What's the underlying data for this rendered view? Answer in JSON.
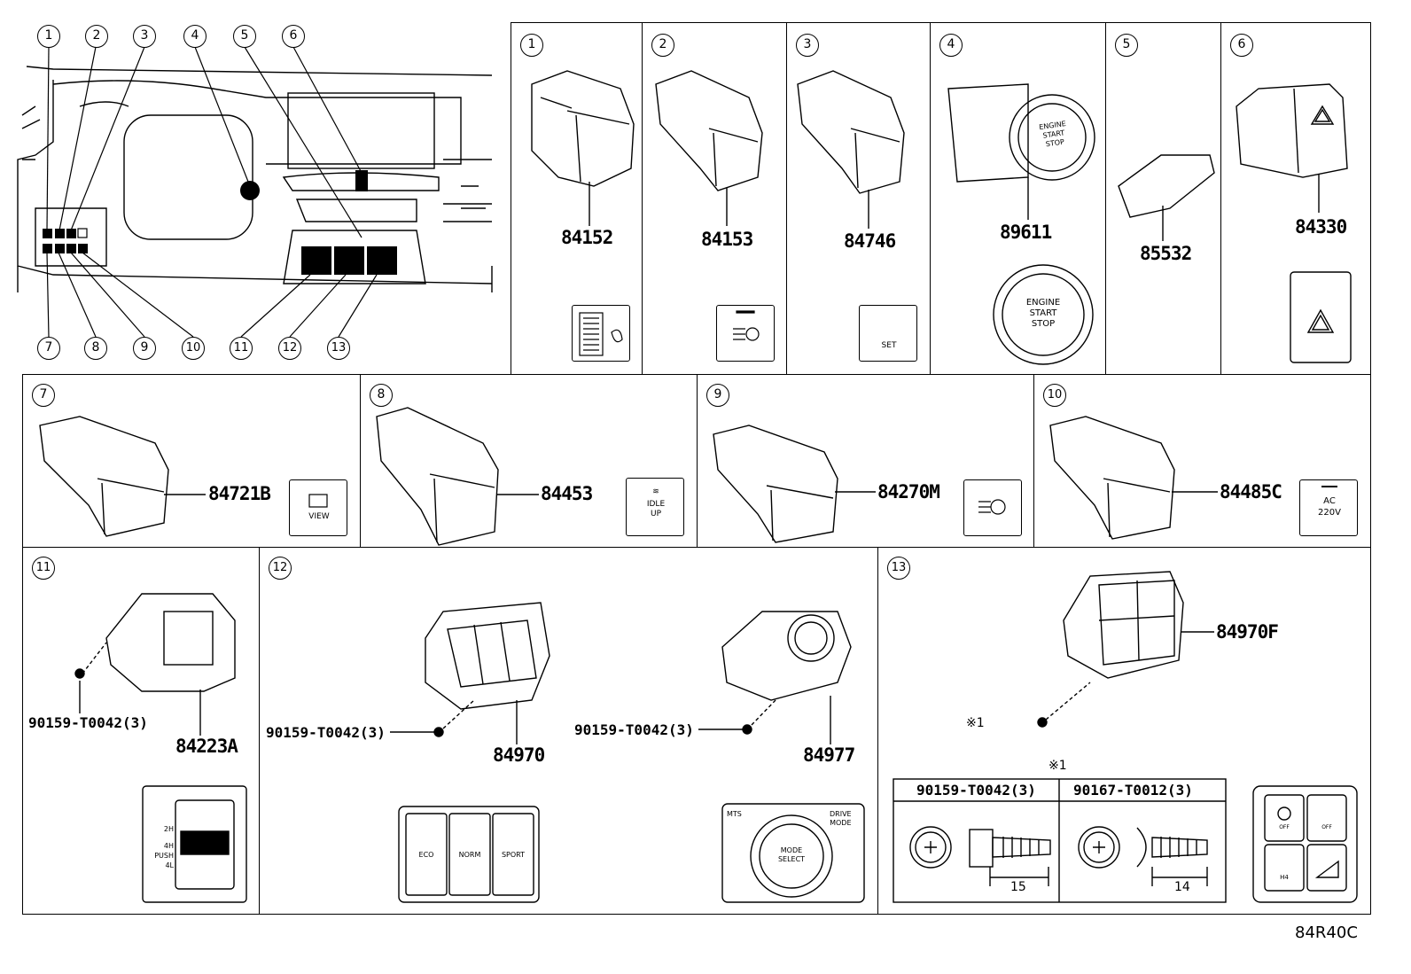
{
  "overview": {
    "top_callouts": [
      "1",
      "2",
      "3",
      "4",
      "5",
      "6"
    ],
    "bottom_callouts": [
      "7",
      "8",
      "9",
      "10",
      "11",
      "12",
      "13"
    ]
  },
  "panels": [
    {
      "num": "1",
      "part": "84152"
    },
    {
      "num": "2",
      "part": "84153"
    },
    {
      "num": "3",
      "part": "84746"
    },
    {
      "num": "4",
      "part": "89611",
      "button_text": [
        "ENGINE",
        "START",
        "STOP"
      ]
    },
    {
      "num": "5",
      "part": "85532"
    },
    {
      "num": "6",
      "part": "84330"
    },
    {
      "num": "7",
      "part": "84721B",
      "icon_text": "VIEW"
    },
    {
      "num": "8",
      "part": "84453",
      "icon_text": [
        "IDLE",
        "UP"
      ]
    },
    {
      "num": "9",
      "part": "84270M"
    },
    {
      "num": "10",
      "part": "84485C",
      "icon_text": [
        "AC",
        "220V"
      ]
    },
    {
      "num": "11",
      "part": "84223A",
      "screw": "90159-T0042(3)",
      "selector_labels": [
        "2H",
        "4H",
        "PUSH",
        "4L"
      ]
    },
    {
      "num": "12",
      "parts": [
        {
          "part": "84970",
          "screw": "90159-T0042(3)",
          "buttons": [
            "ECO",
            "NORM",
            "SPORT"
          ]
        },
        {
          "part": "84977",
          "screw": "90159-T0042(3)",
          "dial_labels": {
            "left": [
              "MTS"
            ],
            "right": [
              "DRIVE",
              "MODE"
            ],
            "center": [
              "MODE",
              "SELECT"
            ]
          }
        }
      ]
    },
    {
      "num": "13",
      "part": "84970F",
      "note_ref": "※1",
      "note_header": "※1",
      "fasteners": [
        {
          "part": "90159-T0042(3)",
          "length": "15"
        },
        {
          "part": "90167-T0012(3)",
          "length": "14"
        }
      ],
      "icon_labels": [
        "OFF",
        "OFF",
        "H4"
      ]
    }
  ],
  "footer_code": "84R40C"
}
